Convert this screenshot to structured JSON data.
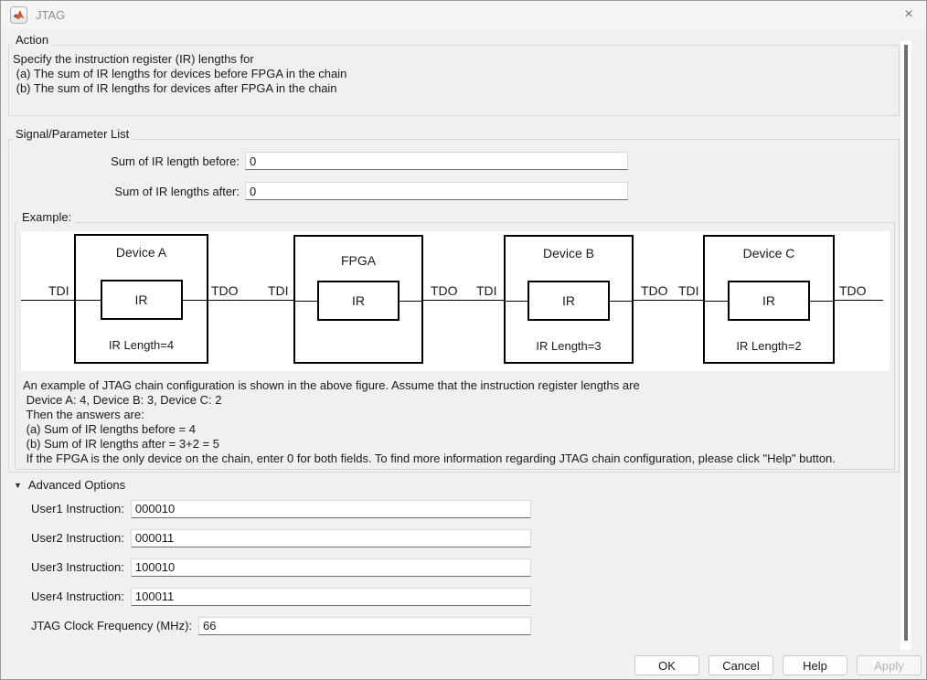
{
  "window": {
    "title": "JTAG",
    "close_glyph": "×"
  },
  "action": {
    "label": "Action",
    "lines": [
      "Specify the instruction register (IR) lengths for",
      " (a) The sum of IR lengths for devices before FPGA in the chain",
      " (b) The sum of IR lengths for devices after FPGA in the chain"
    ]
  },
  "signal": {
    "label": "Signal/Parameter List",
    "fields": [
      {
        "label": "Sum of IR length before:",
        "value": "0"
      },
      {
        "label": "Sum of IR lengths after:",
        "value": "0"
      }
    ]
  },
  "example": {
    "label": "Example:",
    "diagram": {
      "devices": [
        {
          "name": "Device A",
          "ir": "IR",
          "length": "IR Length=4"
        },
        {
          "name": "FPGA",
          "ir": "IR",
          "length": ""
        },
        {
          "name": "Device B",
          "ir": "IR",
          "length": "IR Length=3"
        },
        {
          "name": "Device C",
          "ir": "IR",
          "length": "IR Length=2"
        }
      ],
      "ports": [
        "TDI",
        "TDO",
        "TDI",
        "TDO",
        "TDI",
        "TDO",
        "TDI",
        "TDO"
      ]
    },
    "notes": [
      "An example of JTAG chain configuration is shown in the above figure. Assume that the instruction register lengths are",
      " Device A: 4, Device B: 3, Device C: 2",
      " Then the answers are:",
      " (a) Sum of IR lengths before = 4",
      " (b) Sum of IR lengths after = 3+2 = 5",
      " If the FPGA is the only device on the chain, enter 0 for both fields. To find more information regarding JTAG chain configuration, please click \"Help\" button."
    ]
  },
  "advanced": {
    "collapse_glyph": "▼",
    "label": "Advanced Options",
    "fields": [
      {
        "label": "User1 Instruction:",
        "value": "000010"
      },
      {
        "label": "User2 Instruction:",
        "value": "000011"
      },
      {
        "label": "User3 Instruction:",
        "value": "100010"
      },
      {
        "label": "User4 Instruction:",
        "value": "100011"
      },
      {
        "label": "JTAG Clock Frequency (MHz):",
        "value": "66"
      }
    ]
  },
  "buttons": {
    "ok": "OK",
    "cancel": "Cancel",
    "help": "Help",
    "apply": "Apply"
  },
  "colors": {
    "accent_logo_orange": "#d9532c",
    "logo_blue": "#4a5ea8",
    "scroll_thumb": "#6f6f6f"
  }
}
